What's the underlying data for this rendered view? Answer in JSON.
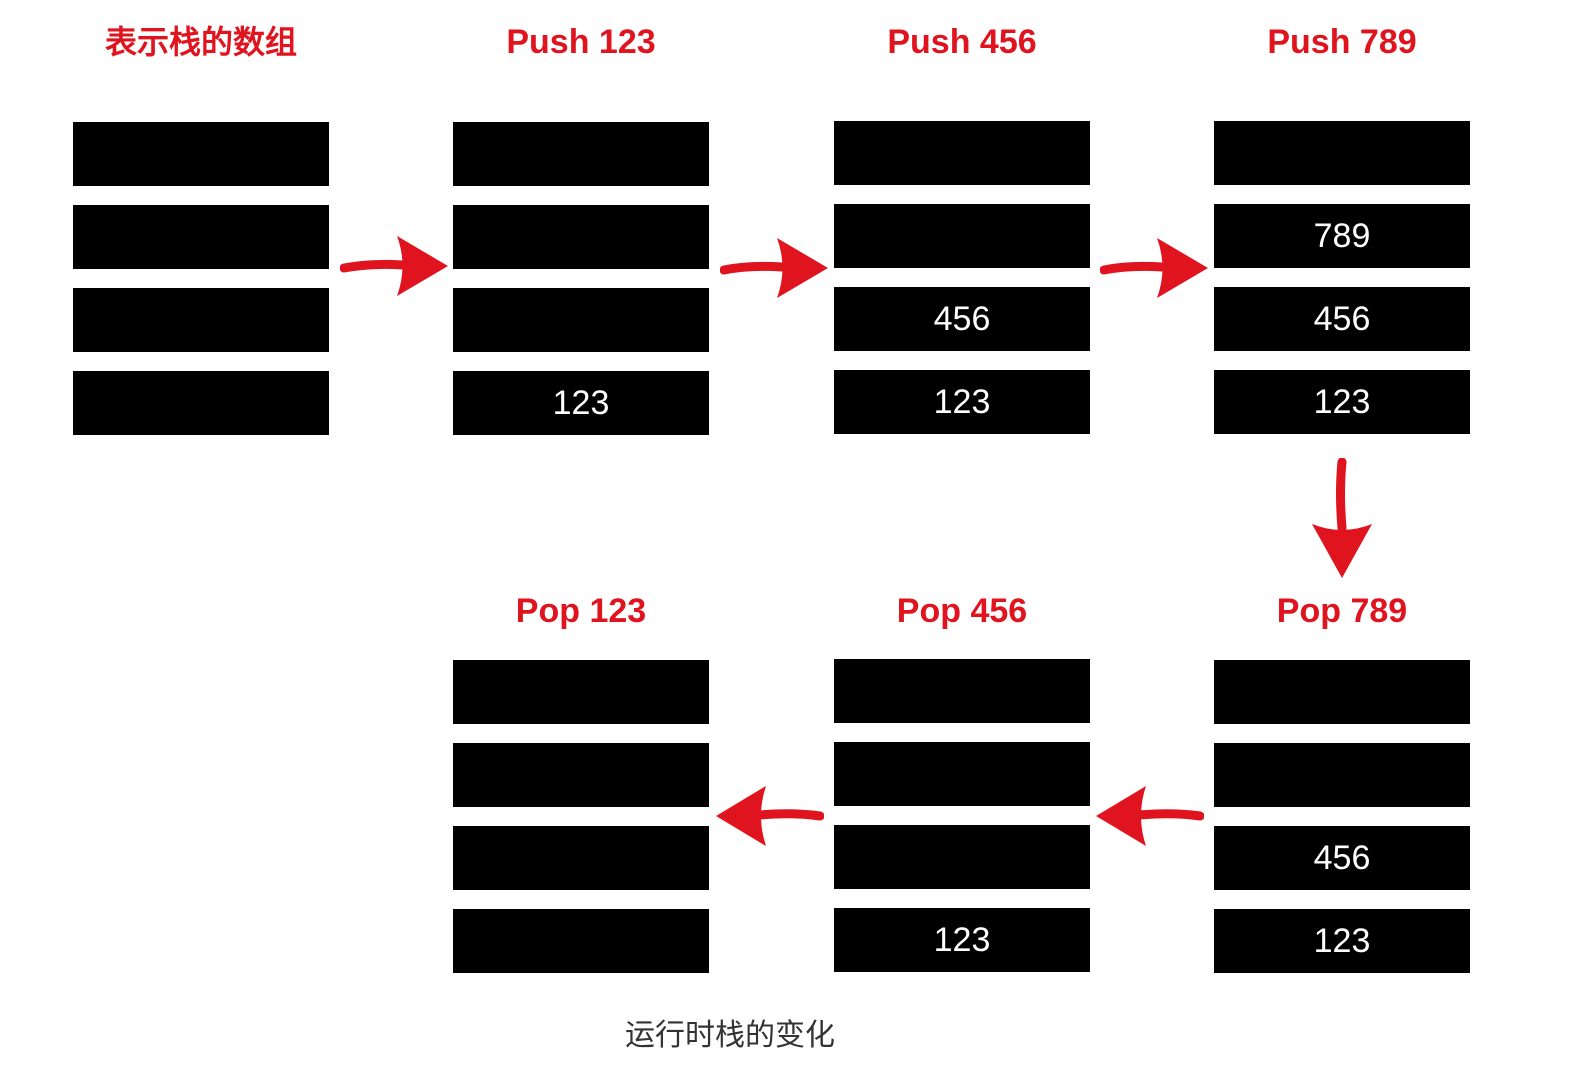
{
  "accent_color": "#e0141e",
  "cell_color": "#000000",
  "stages": [
    {
      "title": "表示栈的数组",
      "cells": [
        "",
        "",
        "",
        ""
      ]
    },
    {
      "title": "Push 123",
      "cells": [
        "",
        "",
        "",
        "123"
      ]
    },
    {
      "title": "Push 456",
      "cells": [
        "",
        "",
        "456",
        "123"
      ]
    },
    {
      "title": "Push 789",
      "cells": [
        "",
        "789",
        "456",
        "123"
      ]
    },
    {
      "title": "Pop 789",
      "cells": [
        "",
        "",
        "456",
        "123"
      ]
    },
    {
      "title": "Pop 456",
      "cells": [
        "",
        "",
        "",
        "123"
      ]
    },
    {
      "title": "Pop 123",
      "cells": [
        "",
        "",
        "",
        ""
      ]
    }
  ],
  "arrows": [
    "right",
    "right",
    "right",
    "down",
    "left",
    "left"
  ],
  "caption": "运行时栈的变化"
}
